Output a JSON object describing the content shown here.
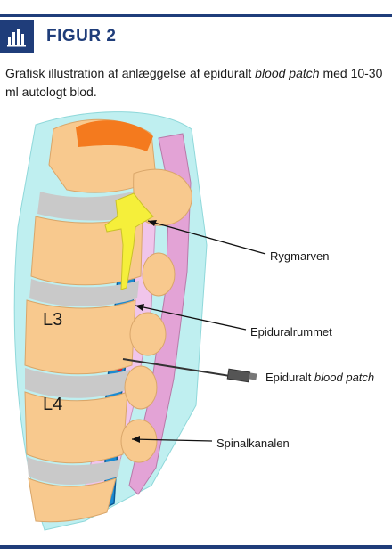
{
  "header": {
    "title": "FIGUR 2",
    "icon": "bar-chart-icon",
    "accent_color": "#1f3d7a"
  },
  "caption": {
    "text_before": "Grafisk illustration af anlæggelse af epiduralt ",
    "text_italic": "blood patch",
    "text_after": " med 10-30 ml autologt blod."
  },
  "diagram": {
    "vertebra_labels": [
      "L3",
      "L4"
    ],
    "labels": {
      "rygmarven": "Rygmarven",
      "epiduralrummet": "Epiduralrummet",
      "blood_patch_prefix": "Epiduralt ",
      "blood_patch_italic": "blood patch",
      "spinalkanalen": "Spinalkanalen"
    },
    "colors": {
      "vertebra": "#f8c98e",
      "disc": "#c9c9c9",
      "ligament": "#bfeff0",
      "spinous_top": "#f47a1e",
      "dura": "#f0b8e6",
      "canal": "#1b8ad0",
      "spinal_cord": "#f5ef3a",
      "blood": "#e2162b",
      "needle": "#555555"
    }
  }
}
